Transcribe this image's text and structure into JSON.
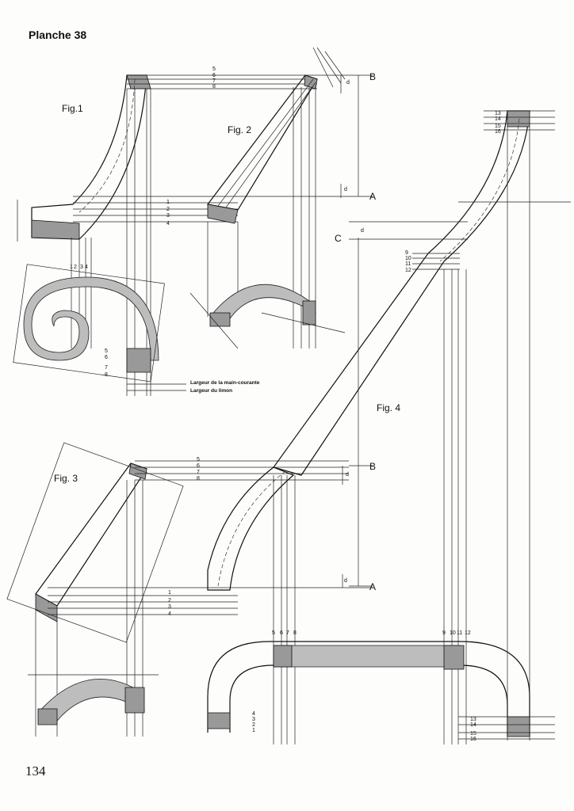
{
  "header": {
    "title": "Planche 38"
  },
  "footer": {
    "page_number": "134"
  },
  "figures": {
    "fig1": "Fig.1",
    "fig2": "Fig. 2",
    "fig3": "Fig. 3",
    "fig4": "Fig. 4"
  },
  "legend": {
    "handrail_width": "Largeur de la main-courante",
    "stringer_width": "Largeur du limon"
  },
  "points": {
    "A": "A",
    "B": "B",
    "C": "C",
    "d": "d"
  },
  "numbers": [
    "1",
    "2",
    "3",
    "4",
    "5",
    "6",
    "7",
    "8",
    "9",
    "10",
    "11",
    "12",
    "13",
    "14",
    "15",
    "16"
  ]
}
